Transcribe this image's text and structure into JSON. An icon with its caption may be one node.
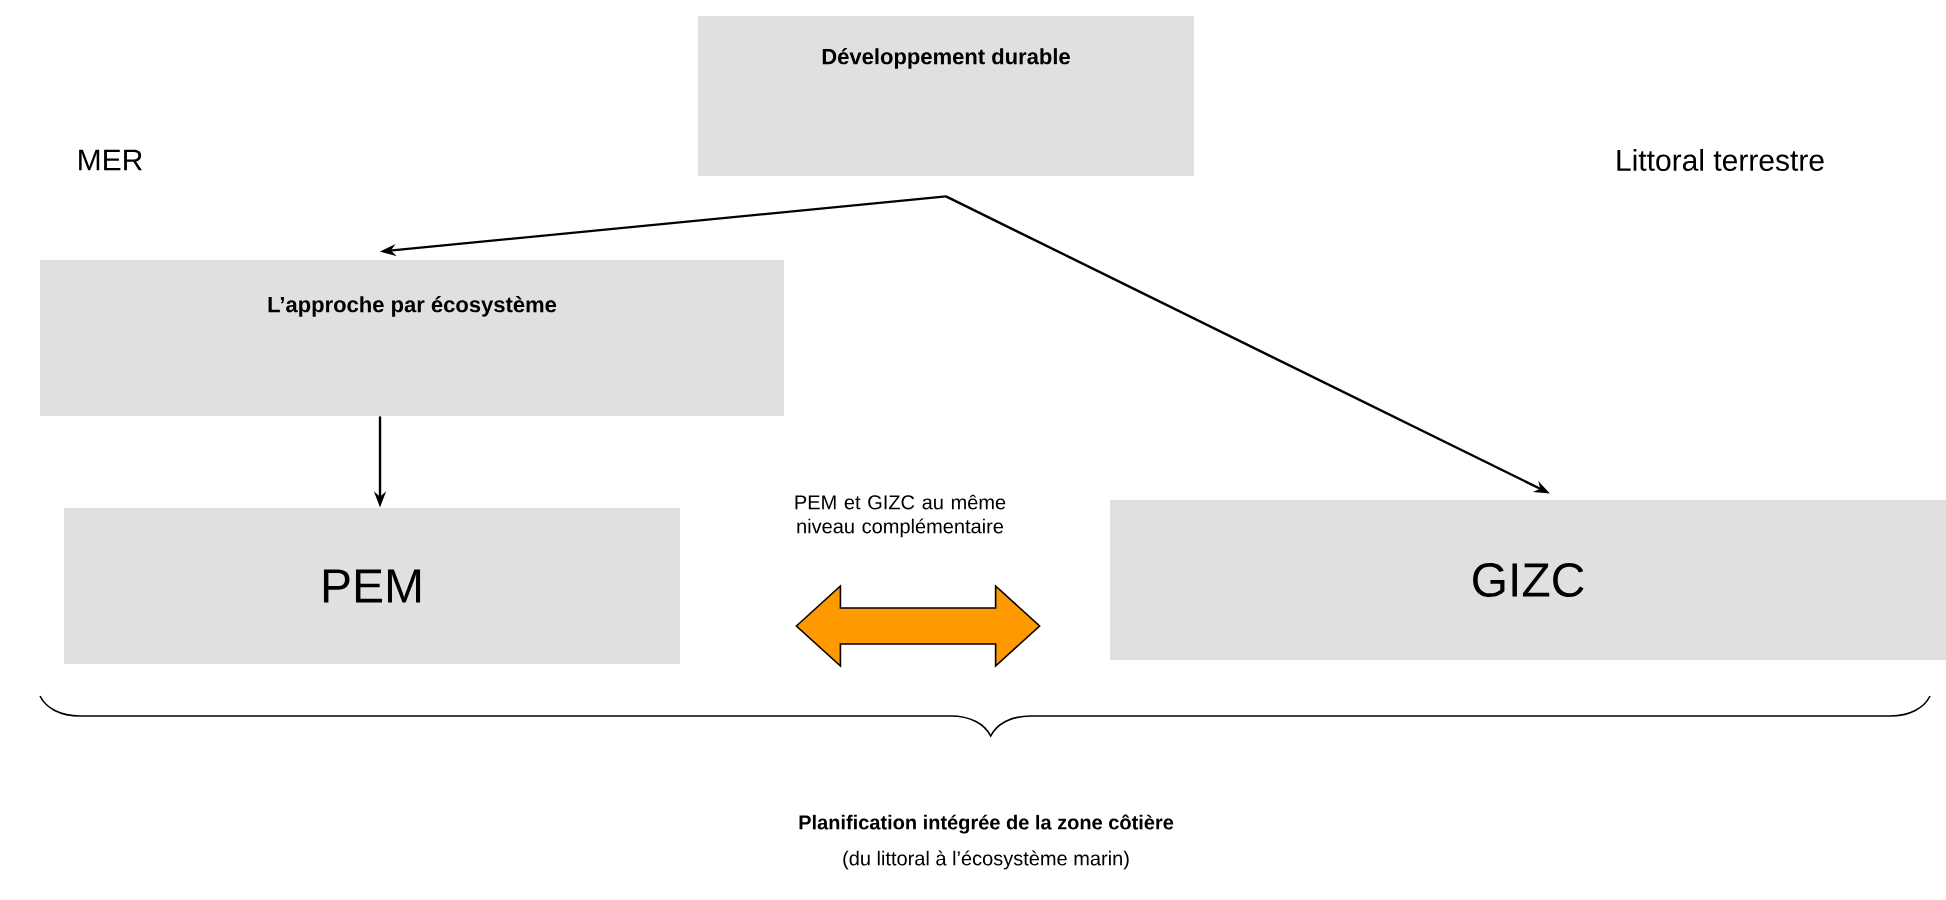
{
  "diagram": {
    "nodes": [
      {
        "text": [
          "Développement durable"
        ]
      },
      {
        "text": [
          "L’approche par écosystème"
        ]
      },
      {
        "text": [
          "PEM"
        ]
      },
      {
        "text": [
          "GIZC"
        ]
      }
    ],
    "edges": [
      {
        "from": 0,
        "to": 1,
        "arrow": "to"
      },
      {
        "from": 0,
        "to": 3,
        "arrow": "to"
      },
      {
        "from": 1,
        "to": 2,
        "arrow": "to"
      },
      {
        "from": 2,
        "to": 3,
        "arrow": "both",
        "label": "PEM et GIZC au même niveau complémentaire",
        "style": "thick",
        "color": "#ff9900"
      }
    ],
    "labels": [
      "MER",
      "Littoral terrestre",
      "Planification intégrée de la zone côtière",
      "(du littoral à l’écosystème marin)"
    ]
  }
}
